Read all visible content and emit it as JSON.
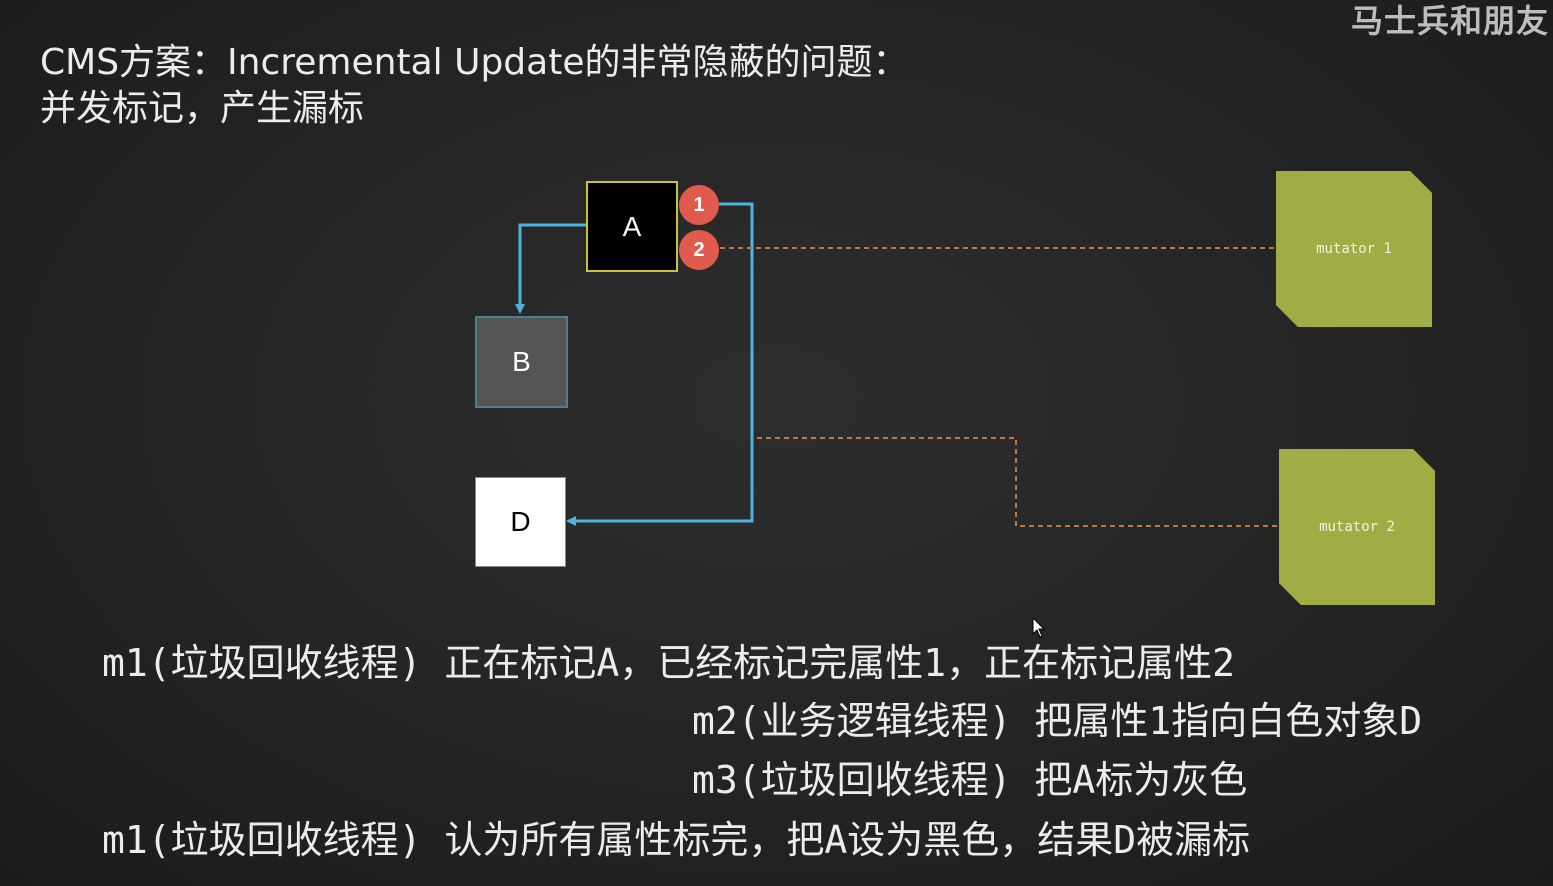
{
  "watermark": "马士兵和朋友",
  "title": {
    "line1": "CMS方案：Incremental Update的非常隐蔽的问题：",
    "line2": "并发标记，产生漏标"
  },
  "diagram": {
    "nodes": {
      "a": "A",
      "b": "B",
      "d": "D"
    },
    "badges": [
      "1",
      "2"
    ],
    "mutators": [
      "mutator 1",
      "mutator 2"
    ],
    "colors": {
      "arrow": "#4fb3e0",
      "dashed": "#c07a33",
      "badge": "#e05a4e",
      "mutator": "#a2ac45",
      "node_a_border": "#c9c23a"
    }
  },
  "steps": [
    "m1(垃圾回收线程) 正在标记A，已经标记完属性1，正在标记属性2",
    "m2(业务逻辑线程) 把属性1指向白色对象D",
    "m3(垃圾回收线程) 把A标为灰色",
    "m1(垃圾回收线程) 认为所有属性标完，把A设为黑色，结果D被漏标"
  ]
}
